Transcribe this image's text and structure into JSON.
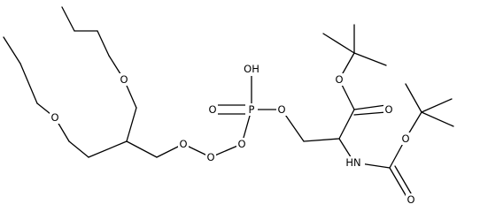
{
  "diagram": {
    "type": "chemical-structure",
    "atom_labels": {
      "o_ether_upper": "O",
      "o_ether_lower": "O",
      "o_peroxy_1": "O",
      "o_peroxy_2": "O",
      "o_peroxy_3": "O",
      "p": "P",
      "oh": "OH",
      "o_phosphoryl": "O",
      "o_phosphate_ester": "O",
      "o_ester": "O",
      "o_ester_carbonyl": "O",
      "nh": "HN",
      "o_carbamate": "O",
      "o_carbamate_carbonyl": "O"
    }
  }
}
